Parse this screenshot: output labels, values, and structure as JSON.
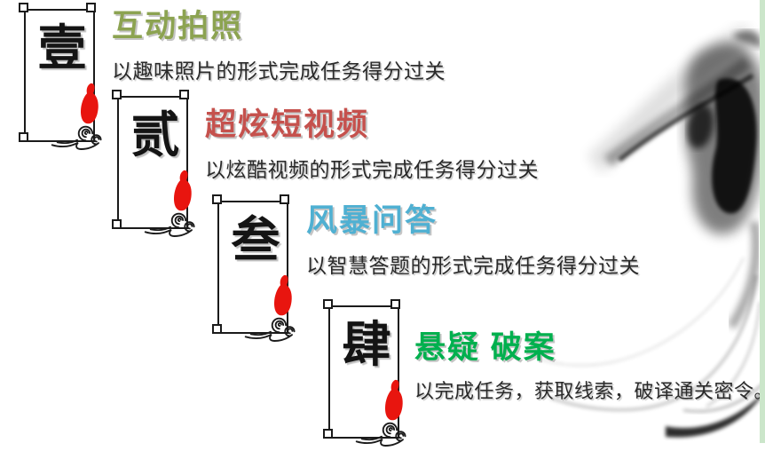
{
  "slide": {
    "background": "#ffffff",
    "edge_strip_color": "#CBE6CA"
  },
  "cards": [
    {
      "numeral": "壹",
      "title": "互动拍照",
      "title_color": "#8CA351",
      "description": "以趣味照片的形式完成任务得分过关"
    },
    {
      "numeral": "贰",
      "title": "超炫短视频",
      "title_color": "#C5514D",
      "description": "以炫酷视频的形式完成任务得分过关"
    },
    {
      "numeral": "叁",
      "title": "风暴问答",
      "title_color": "#4FB0D2",
      "description": "以智慧答题的形式完成任务得分过关"
    },
    {
      "numeral": "肆",
      "title": "悬疑 破案",
      "title_color": "#00B04E",
      "description": "以完成任务，获取线索，破译通关密令。"
    }
  ],
  "decorations": {
    "cloud_icon": "auspicious-cloud-scroll",
    "seal_icon": "red-ink-seal-blob",
    "ink_splash": "ink-wash-splash",
    "seal_color": "#E8150F",
    "frame_color": "#1b1b1b",
    "ink_color": "#000000"
  }
}
